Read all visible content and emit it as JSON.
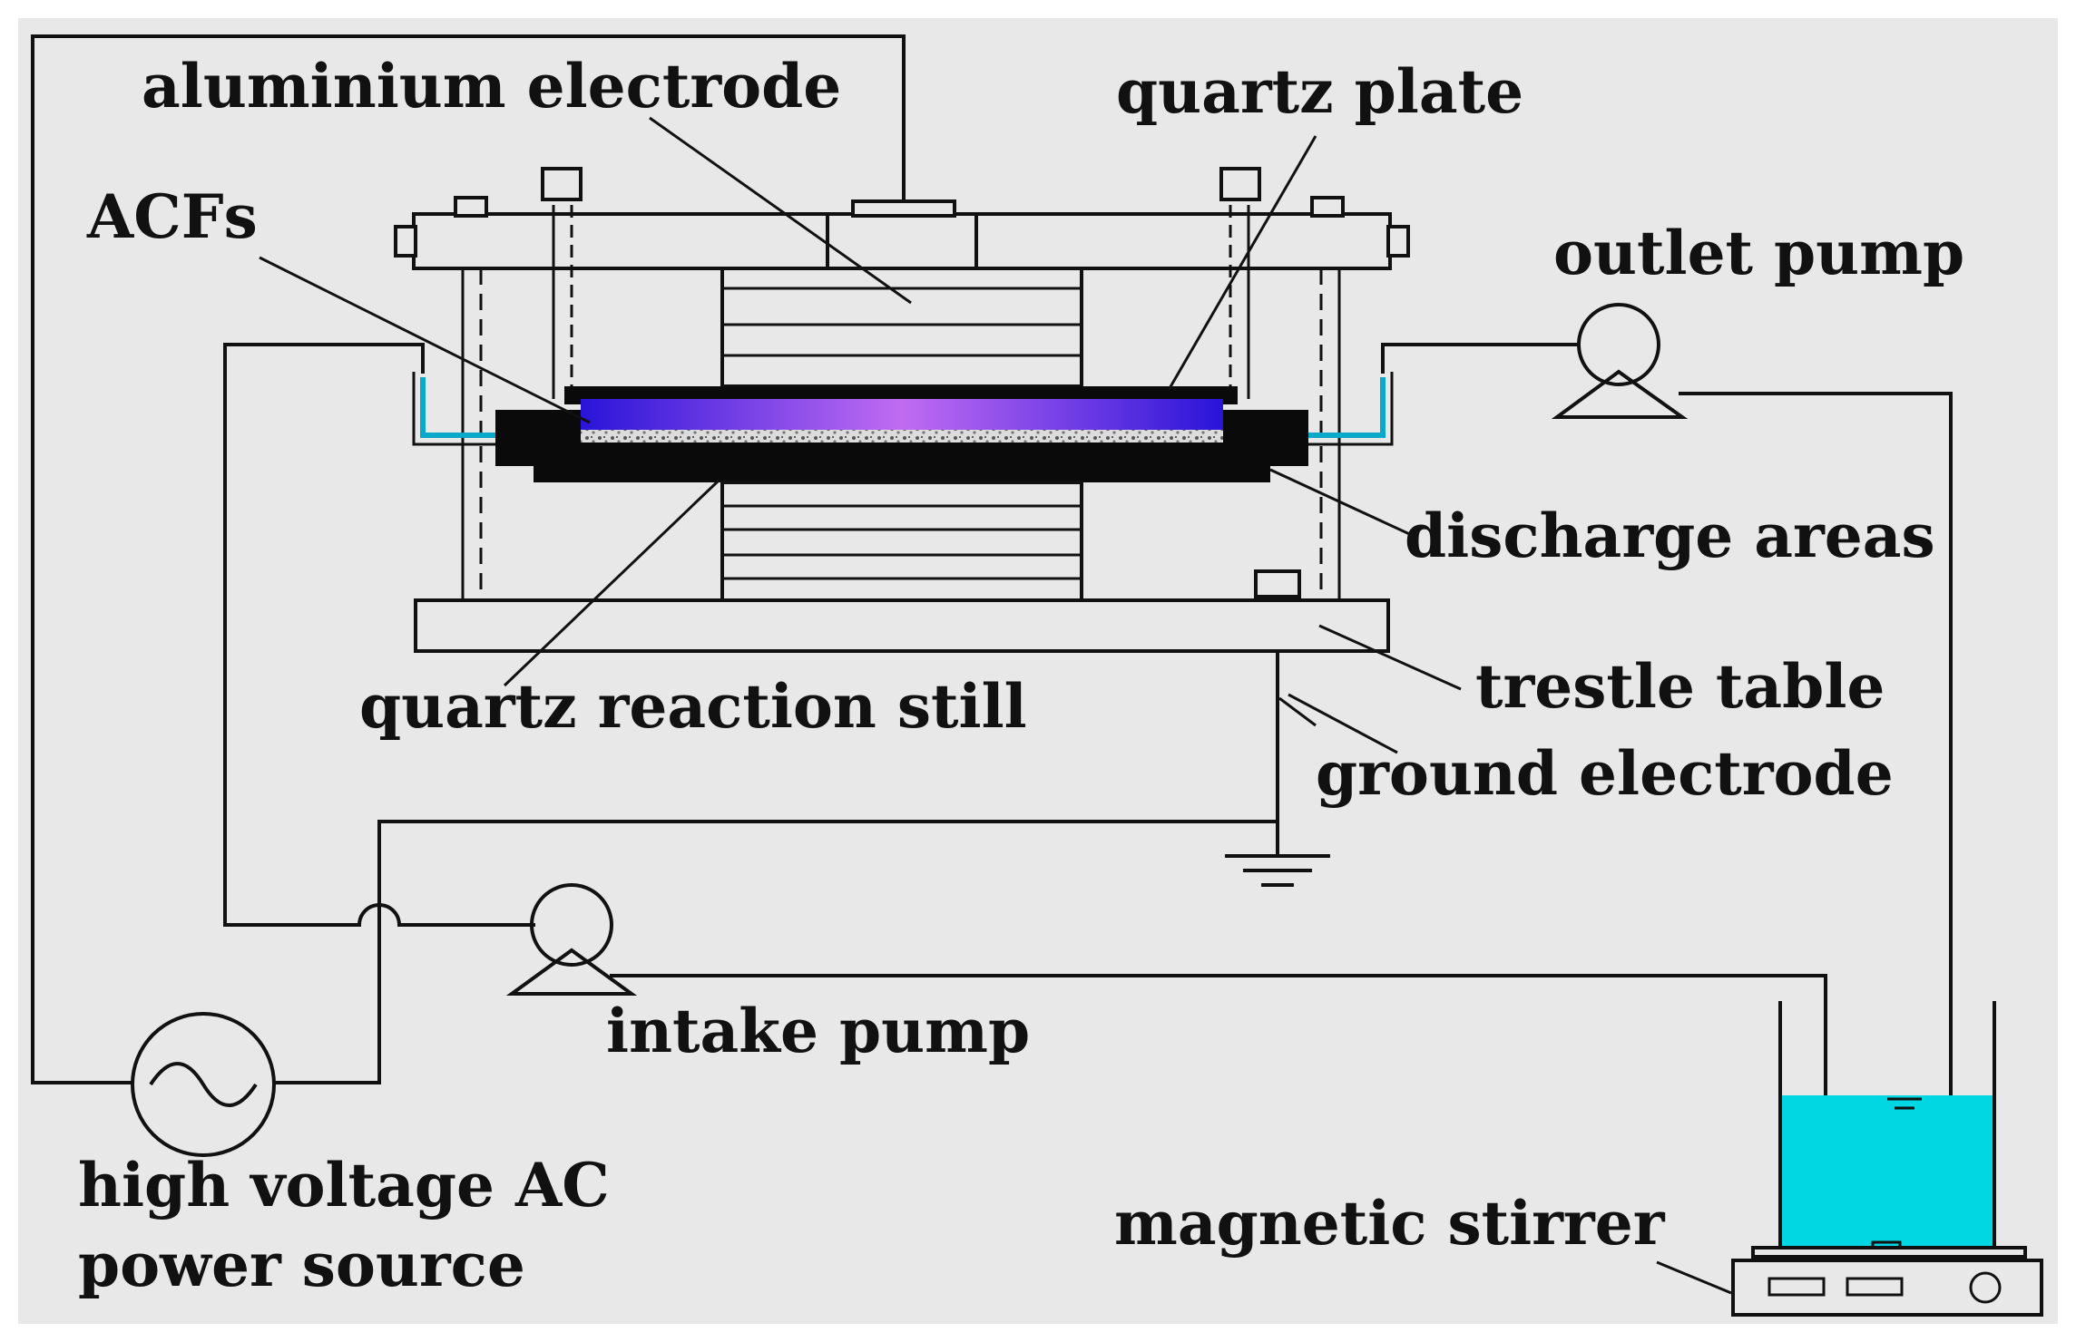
{
  "colors": {
    "background": "#e8e8e8",
    "structure": "#e8e8e8",
    "outline": "#111111",
    "electrode_dark": "#0a0a0a",
    "plasma_core": "#c06cf2",
    "plasma_edge": "#2a14d8",
    "water": "#00d7e3",
    "channel": "#0aa8c9"
  },
  "labels": {
    "aluminium_electrode": "aluminium electrode",
    "quartz_plate": "quartz plate",
    "acfs": "ACFs",
    "outlet_pump": "outlet pump",
    "discharge_areas": "discharge areas",
    "trestle_table": "trestle table",
    "quartz_reaction_still": "quartz reaction still",
    "ground_electrode": "ground electrode",
    "intake_pump": "intake pump",
    "power_source_line1": "high voltage AC",
    "power_source_line2": "power source",
    "magnetic_stirrer": "magnetic stirrer"
  },
  "icons": {
    "pump": "pump-icon",
    "ac_source": "ac-source-icon",
    "ground": "ground-symbol-icon",
    "beaker": "beaker-icon"
  }
}
